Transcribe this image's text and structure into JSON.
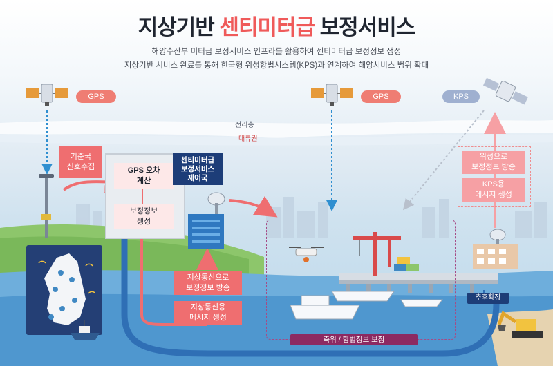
{
  "title": {
    "part1": "지상기반 ",
    "highlight": "센티미터급",
    "part2": " 보정서비스"
  },
  "subtitle": {
    "line1": "해양수산부 미터급 보정서비스 인프라를 활용하여 센티미터급 보정정보 생성",
    "line2": "지상기반 서비스 완료를 통해 한국형 위성항법시스템(KPS)과 연계하여 해양서비스 범위 확대"
  },
  "satellites": {
    "gps_left": "GPS",
    "gps_center": "GPS",
    "kps": "KPS"
  },
  "atmosphere": {
    "ionosphere": "전리층",
    "troposphere": "대류권"
  },
  "reference_station": "기준국\n신호수집",
  "center": {
    "gps_error": "GPS 오차\n계산",
    "correction_gen": "보정정보\n생성",
    "control_station": "센티미터급\n보정서비스\n제어국"
  },
  "terrestrial": {
    "broadcast": "지상통신으로\n보정정보 방송",
    "message": "지상통신용\n메시지 생성"
  },
  "kps_side": {
    "broadcast": "위성으로\n보정정보 방송",
    "message": "KPS용\n메시지 생성"
  },
  "future_expansion": "추후확장",
  "service_area": "측위 / 항법정보 보정",
  "colors": {
    "accent": "#ef5a5a",
    "gps_pill": "#ef7d73",
    "kps_pill": "#9fb0d0",
    "navy": "#1d3d78",
    "sea": "#3f88c3",
    "service": "#8c2a62"
  }
}
